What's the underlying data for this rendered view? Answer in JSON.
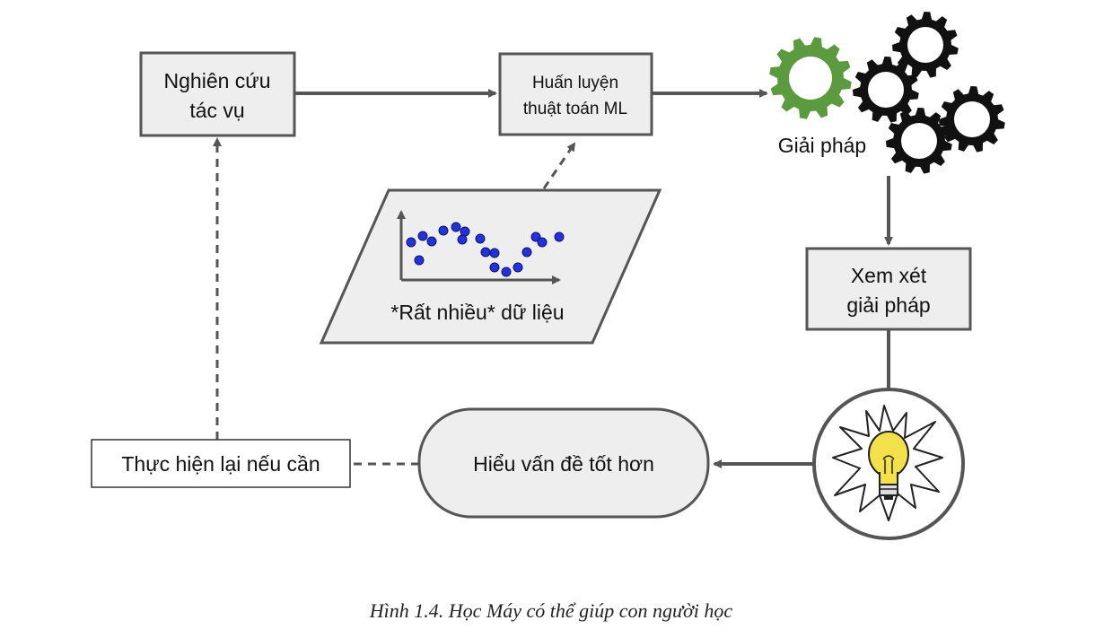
{
  "nodes": {
    "study_task": {
      "line1": "Nghiên cứu",
      "line2": "tác vụ"
    },
    "train_ml": {
      "line1": "Huấn luyện",
      "line2": "thuật toán ML"
    },
    "solution": {
      "label": "Giải pháp"
    },
    "data": {
      "label": "*Rất nhiều* dữ liệu"
    },
    "inspect_solution": {
      "line1": "Xem xét",
      "line2": "giải pháp"
    },
    "understand_better": {
      "label": "Hiểu vấn đề tốt hơn"
    },
    "iterate": {
      "label": "Thực hiện lại nếu cần"
    }
  },
  "icons": [
    "gear-icon",
    "lightbulb-icon",
    "scatter-plot-icon"
  ],
  "colors": {
    "box_fill": "#eeeeee",
    "box_stroke": "#555555",
    "arrow": "#555555",
    "gear_green": "#5b9a3f",
    "gear_black": "#111111",
    "data_point": "#2233dd",
    "bulb_yellow": "#f2e14a"
  },
  "caption": "Hình 1.4. Học Máy có thể giúp con người học"
}
